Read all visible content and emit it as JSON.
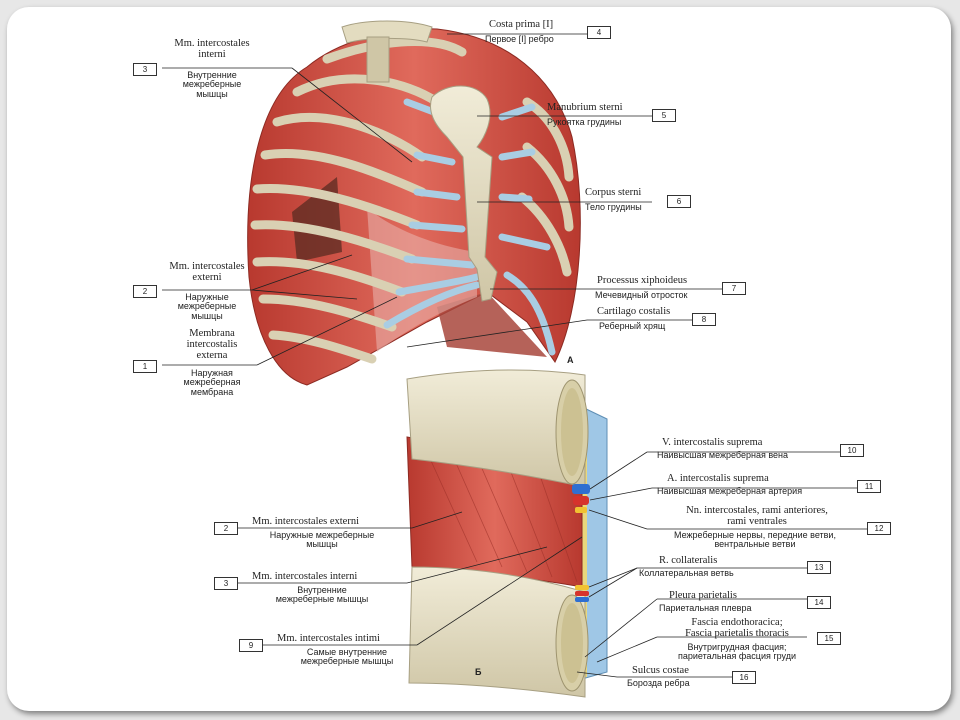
{
  "figure_a_label": "А",
  "figure_b_label": "Б",
  "labels": {
    "l1": {
      "num": "1",
      "la": "Membrana\nintercostalis\nexterna",
      "ru": "Наружная\nмежреберная\nмембрана"
    },
    "l2a": {
      "num": "2",
      "la": "Mm. intercostales\nexterni",
      "ru": "Наружные\nмежреберные\nмышцы"
    },
    "l3a": {
      "num": "3",
      "la": "Mm. intercostales\ninterni",
      "ru": "Внутренние\nмежреберные\nмышцы"
    },
    "l4": {
      "num": "4",
      "la": "Costa prima [I]",
      "ru": "Первое [I] ребро"
    },
    "l5": {
      "num": "5",
      "la": "Manubrium sterni",
      "ru": "Рукоятка грудины"
    },
    "l6": {
      "num": "6",
      "la": "Corpus sterni",
      "ru": "Тело грудины"
    },
    "l7": {
      "num": "7",
      "la": "Processus xiphoideus",
      "ru": "Мечевидный отросток"
    },
    "l8": {
      "num": "8",
      "la": "Cartilago costalis",
      "ru": "Реберный хрящ"
    },
    "l2b": {
      "num": "2",
      "la": "Mm. intercostales externi",
      "ru": "Наружные межреберные\nмышцы"
    },
    "l3b": {
      "num": "3",
      "la": "Mm. intercostales interni",
      "ru": "Внутренние\nмежреберные мышцы"
    },
    "l9": {
      "num": "9",
      "la": "Mm. intercostales intimi",
      "ru": "Самые внутренние\nмежреберные мышцы"
    },
    "l10": {
      "num": "10",
      "la": "V. intercostalis suprema",
      "ru": "Наивысшая межреберная вена"
    },
    "l11": {
      "num": "11",
      "la": "A. intercostalis suprema",
      "ru": "Наивысшая межреберная артерия"
    },
    "l12": {
      "num": "12",
      "la": "Nn. intercostales, rami anteriores,\nrami ventrales",
      "ru": "Межреберные нервы, передние ветви,\nвентральные ветви"
    },
    "l13": {
      "num": "13",
      "la": "R. collateralis",
      "ru": "Коллатеральная ветвь"
    },
    "l14": {
      "num": "14",
      "la": "Pleura parietalis",
      "ru": "Париетальная плевра"
    },
    "l15": {
      "num": "15",
      "la": "Fascia endothoracica;\nFascia parietalis thoracis",
      "ru": "Внутригрудная фасция;\nпариетальная фасция груди"
    },
    "l16": {
      "num": "16",
      "la": "Sulcus costae",
      "ru": "Борозда ребра"
    }
  },
  "colors": {
    "muscle": "#d9534a",
    "bone": "#e3dcc0",
    "cartilage": "#a9cde3",
    "vein": "#2f6fd1",
    "artery": "#d6332c",
    "nerve": "#f1c232"
  }
}
